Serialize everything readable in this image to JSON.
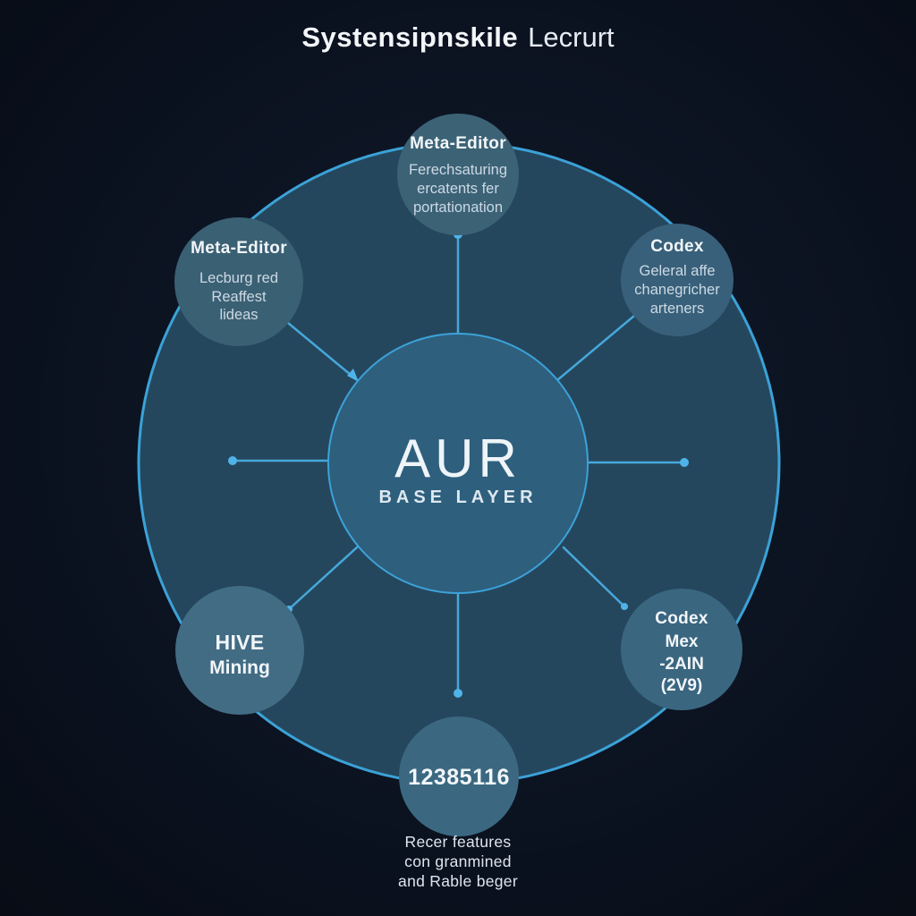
{
  "title": {
    "brand": "Systensipnskile",
    "suffix": "Lecrurt"
  },
  "center": {
    "title": "AUR",
    "subtitle": "BASE LAYER",
    "fill": "#2e5f7d"
  },
  "nodes": {
    "top": {
      "title": "Meta-Editor",
      "lines": [
        "Ferechsaturing",
        "ercatents fer",
        "portationation"
      ],
      "fill": "#3c6276"
    },
    "upper_left": {
      "title": "Meta-Editor",
      "lines": [
        "Lecburg red",
        "Reaffest",
        "lideas"
      ],
      "fill": "#3a6073"
    },
    "upper_right": {
      "title": "Codex",
      "lines": [
        "Geleral affe",
        "chanegricher",
        "arteners"
      ],
      "fill": "#38607a"
    },
    "lower_left": {
      "title": "HIVE",
      "lines": [
        "Mining"
      ],
      "fill": "#426c84"
    },
    "lower_right": {
      "title": "Codex",
      "lines": [
        "Mex",
        "-2AIN",
        "(2V9)"
      ],
      "fill": "#3a6680"
    },
    "bottom": {
      "title": "12385116",
      "fill": "#3b6880"
    }
  },
  "bottom_caption": {
    "lines": [
      "Recer features",
      "con granmined",
      "and Rable beger"
    ]
  },
  "colors": {
    "background": "#0b1220",
    "ring_fill": "#25475d",
    "ring_stroke": "#3ba2d8",
    "line": "#46a8dc",
    "dot": "#4fb3e8",
    "text_primary": "#f2f6f9",
    "text_secondary": "#ccd9e4"
  }
}
